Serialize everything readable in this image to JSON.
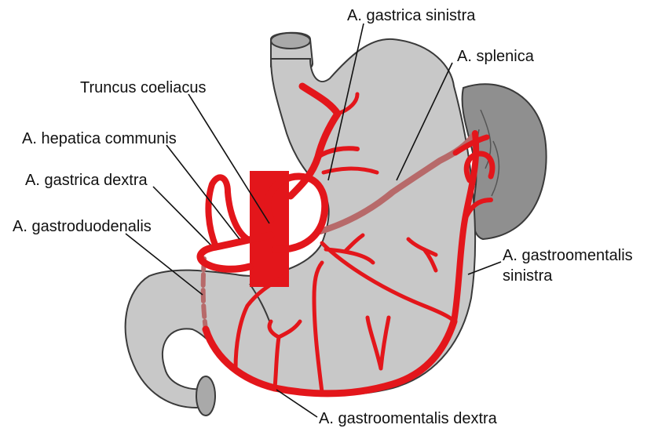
{
  "labels": {
    "gastrica_sinistra": "A. gastrica sinistra",
    "splenica": "A. splenica",
    "truncus": "Truncus coeliacus",
    "hepatica_communis": "A. hepatica communis",
    "gastrica_dextra": "A. gastrica dextra",
    "gastroduodenalis": "A. gastroduodenalis",
    "gastroomentalis_sinistra_line1": "A. gastroomentalis",
    "gastroomentalis_sinistra_line2": "sinistra",
    "gastroomentalis_dextra": "A. gastroomentalis dextra"
  },
  "colors": {
    "artery": "#e3161b",
    "artery_behind": "#b76a6a",
    "stomach": "#c8c8c8",
    "spleen": "#8f8f8f",
    "outline": "#3a3a3a",
    "text": "#111111"
  }
}
